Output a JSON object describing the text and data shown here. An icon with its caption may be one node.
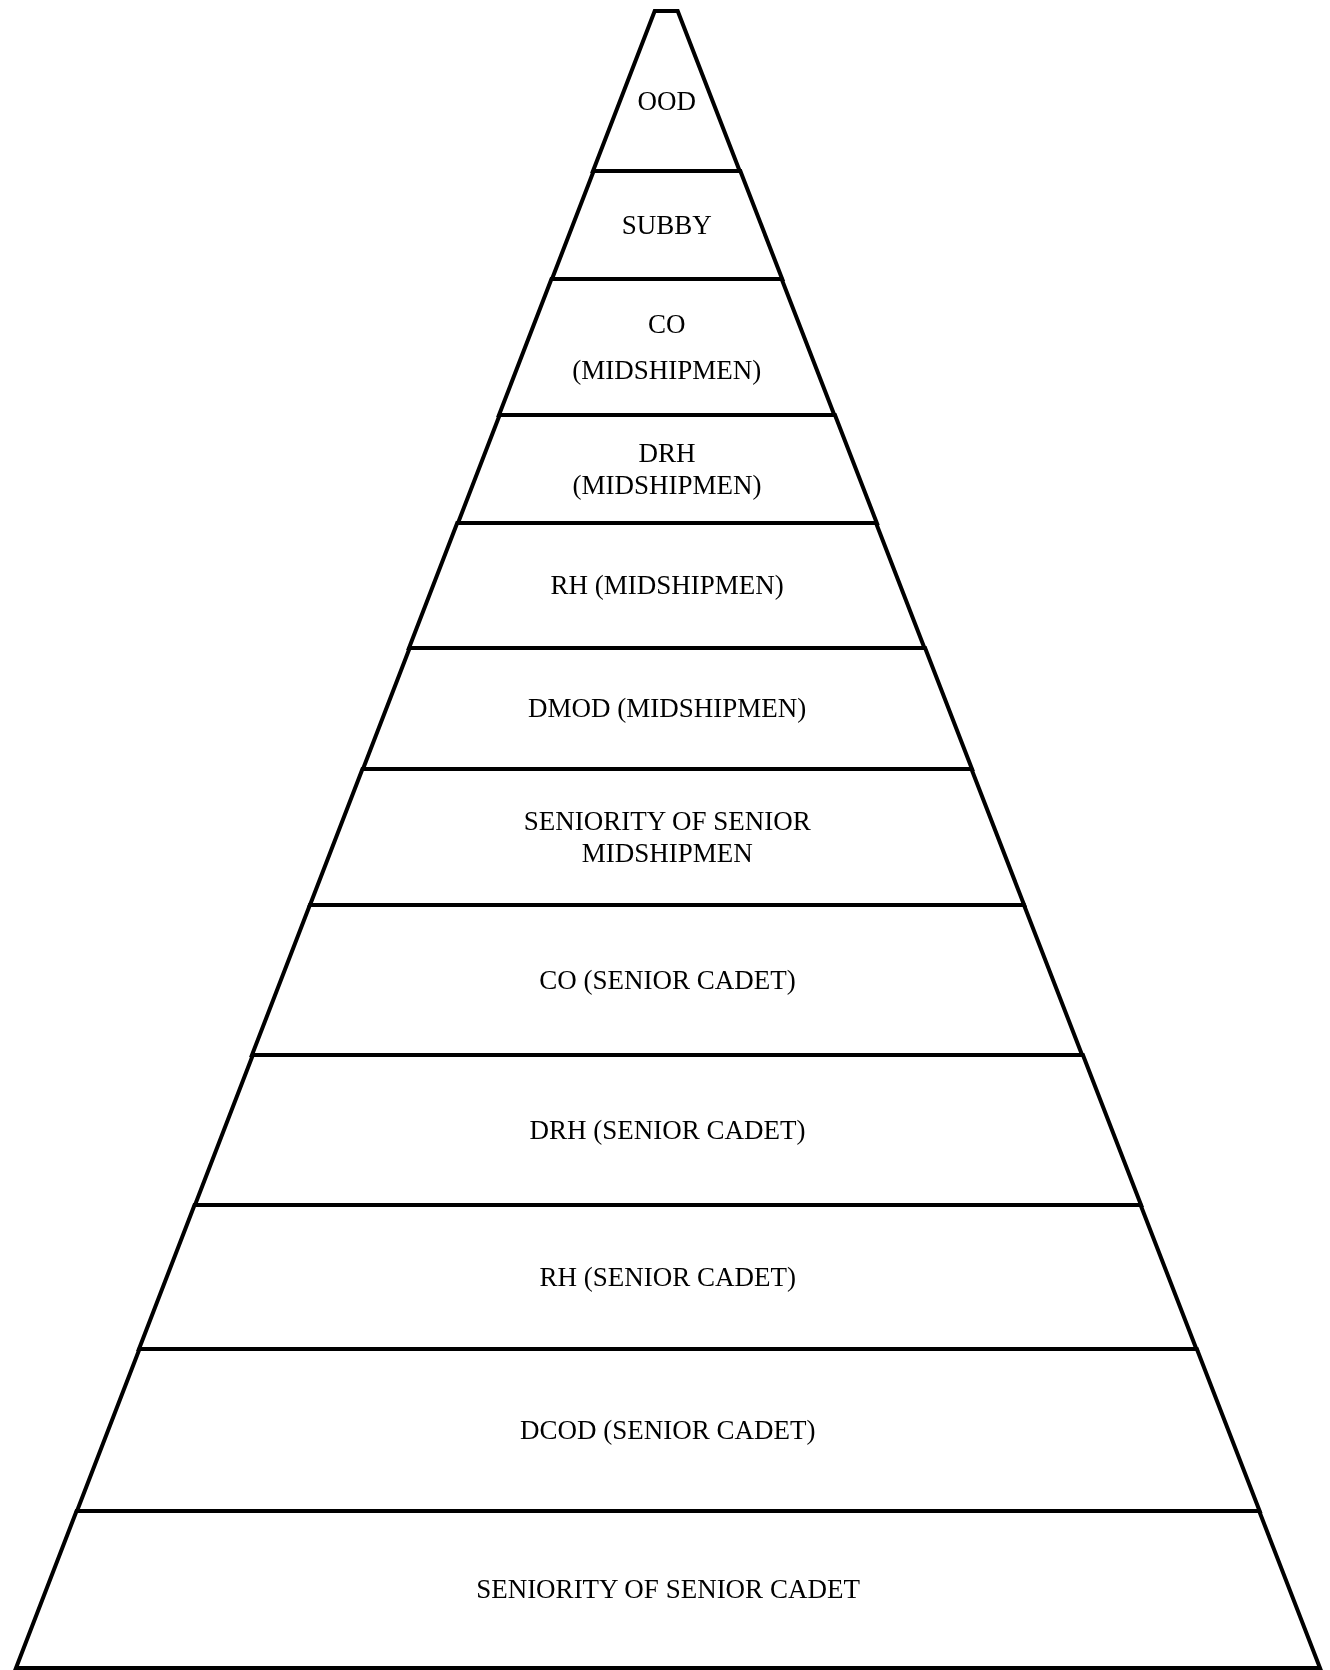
{
  "diagram": {
    "nodes": [
      {
        "text": [
          "OOD"
        ]
      },
      {
        "text": [
          "SUBBY"
        ]
      },
      {
        "text": [
          "CO",
          "(MIDSHIPMEN)"
        ]
      },
      {
        "text": [
          "DRH (MIDSHIPMEN)"
        ]
      },
      {
        "text": [
          "RH (MIDSHIPMEN)"
        ]
      },
      {
        "text": [
          "DMOD (MIDSHIPMEN)"
        ]
      },
      {
        "text": [
          "SENIORITY OF SENIOR MIDSHIPMEN"
        ]
      },
      {
        "text": [
          "CO (SENIOR CADET)"
        ]
      },
      {
        "text": [
          "DRH (SENIOR CADET)"
        ]
      },
      {
        "text": [
          "RH (SENIOR CADET)"
        ]
      },
      {
        "text": [
          "DCOD (SENIOR CADET)"
        ]
      },
      {
        "text": [
          "SENIORITY OF SENIOR CADET"
        ]
      }
    ]
  }
}
